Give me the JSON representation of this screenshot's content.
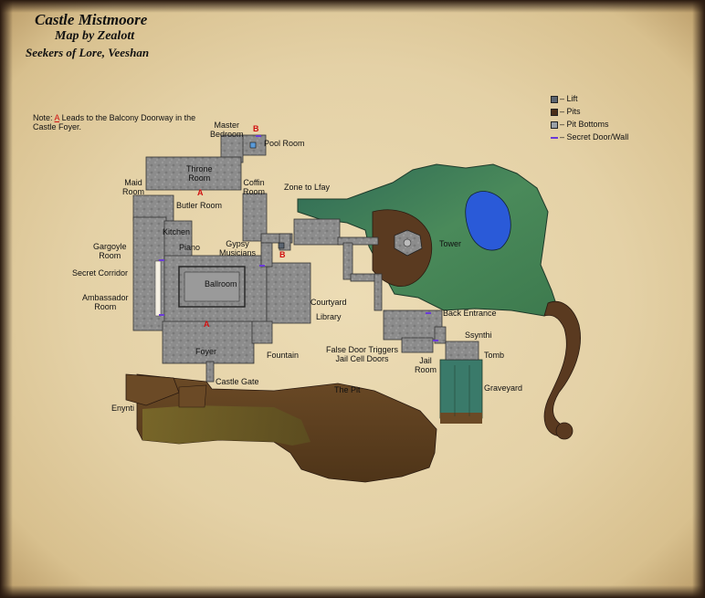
{
  "header": {
    "title": "Castle Mistmoore",
    "byline": "Map by Zealott",
    "subtitle": "Seekers of Lore, Veeshan"
  },
  "note": {
    "prefix": "Note:",
    "marker": "A",
    "text": "Leads to the Balcony Doorway in the",
    "text2": "Castle Foyer."
  },
  "legend": {
    "items": [
      {
        "label": "– Lift",
        "swatch": "lift",
        "color": "#5a6470"
      },
      {
        "label": "– Pits",
        "swatch": "pit",
        "color": "#4a2e1a"
      },
      {
        "label": "– Pit Bottoms",
        "swatch": "pitb",
        "color": "#9aa0a6"
      },
      {
        "label": "– Secret Door/Wall",
        "swatch": "sec",
        "color": "#6a3ad8"
      }
    ]
  },
  "colors": {
    "parchment": "#e4d1a6",
    "stone": "#8a8a8a",
    "dirt": "#6b4a28",
    "grass": "#3f7a5a",
    "water": "#2a5ad8",
    "secret": "#6a3ad8",
    "marker": "#d01010"
  },
  "labels": {
    "master_bedroom_1": "Master",
    "master_bedroom_2": "Bedroom",
    "pool_room": "Pool Room",
    "throne_1": "Throne",
    "throne_2": "Room",
    "coffin_1": "Coffin",
    "coffin_2": "Room",
    "maid_1": "Maid",
    "maid_2": "Room",
    "butler": "Butler Room",
    "zone_lfay": "Zone to Lfay",
    "kitchen": "Kitchen",
    "gargoyle_1": "Gargoyle",
    "gargoyle_2": "Room",
    "piano": "Piano",
    "gypsy_1": "Gypsy",
    "gypsy_2": "Musicians",
    "tower": "Tower",
    "secret_corridor": "Secret Corridor",
    "ballroom": "Ballroom",
    "ambassador_1": "Ambassador",
    "ambassador_2": "Room",
    "courtyard": "Courtyard",
    "library": "Library",
    "back_entrance": "Back Entrance",
    "ssynthi": "Ssynthi",
    "false_door_1": "False Door Triggers",
    "false_door_2": "Jail Cell Doors",
    "foyer": "Foyer",
    "fountain": "Fountain",
    "tomb": "Tomb",
    "jail_1": "Jail",
    "jail_2": "Room",
    "castle_gate": "Castle Gate",
    "the_pit": "The Pit",
    "graveyard": "Graveyard",
    "enynti": "Enynti"
  },
  "markers": {
    "a": "A",
    "b": "B"
  }
}
